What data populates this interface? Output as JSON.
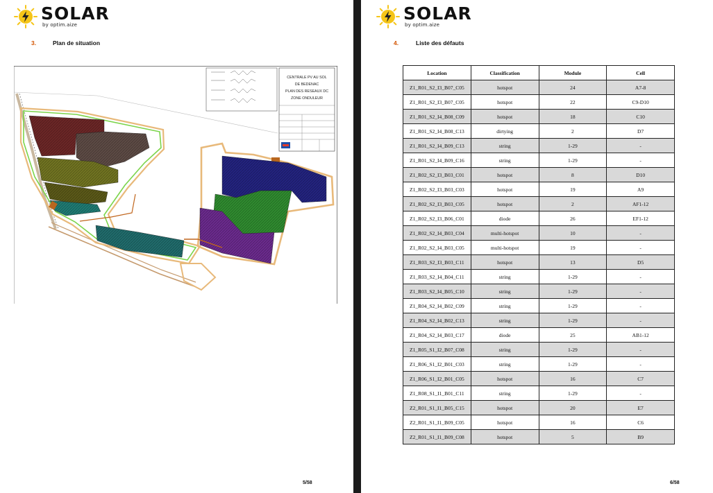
{
  "brand": {
    "name": "SOLAR",
    "tagline": "by optim.aize",
    "accent": "#f5c518"
  },
  "pages": [
    {
      "section_number": "3.",
      "section_title": "Plan de situation",
      "page_number": "5/58"
    },
    {
      "section_number": "4.",
      "section_title": "Liste des défauts",
      "page_number": "6/58"
    }
  ],
  "plan": {
    "title_lines": [
      "CENTRALE PV AU SOL",
      "DE BEDENAC",
      "PLAN DES RESEAUX DC",
      "ZONE ONDULEUR"
    ]
  },
  "defects": {
    "headers": [
      "Location",
      "Classification",
      "Module",
      "Cell"
    ],
    "rows": [
      [
        "Z1_R01_S2_I3_B07_C05",
        "hotspot",
        "24",
        "A7-8"
      ],
      [
        "Z1_R01_S2_I3_B07_C05",
        "hotspot",
        "22",
        "C9-D10"
      ],
      [
        "Z1_R01_S2_I4_B08_C09",
        "hotspot",
        "18",
        "C10"
      ],
      [
        "Z1_R01_S2_I4_B08_C13",
        "dirtying",
        "2",
        "D7"
      ],
      [
        "Z1_R01_S2_I4_B09_C13",
        "string",
        "1-29",
        "-"
      ],
      [
        "Z1_R01_S2_I4_B09_C16",
        "string",
        "1-29",
        "-"
      ],
      [
        "Z1_R02_S2_I3_B03_C01",
        "hotspot",
        "8",
        "D10"
      ],
      [
        "Z1_R02_S2_I3_B03_C03",
        "hotspot",
        "19",
        "A9"
      ],
      [
        "Z1_R02_S2_I3_B03_C05",
        "hotspot",
        "2",
        "AF1-12"
      ],
      [
        "Z1_R02_S2_I3_B06_C01",
        "diode",
        "26",
        "EF1-12"
      ],
      [
        "Z1_R02_S2_I4_B03_C04",
        "multi-hotspot",
        "10",
        "-"
      ],
      [
        "Z1_R02_S2_I4_B03_C05",
        "multi-hotspot",
        "19",
        "-"
      ],
      [
        "Z1_R03_S2_I3_B03_C11",
        "hotspot",
        "13",
        "D5"
      ],
      [
        "Z1_R03_S2_I4_B04_C11",
        "string",
        "1-29",
        "-"
      ],
      [
        "Z1_R03_S2_I4_B05_C10",
        "string",
        "1-29",
        "-"
      ],
      [
        "Z1_R04_S2_I4_B02_C09",
        "string",
        "1-29",
        "-"
      ],
      [
        "Z1_R04_S2_I4_B02_C13",
        "string",
        "1-29",
        "-"
      ],
      [
        "Z1_R04_S2_I4_B03_C17",
        "diode",
        "25",
        "AB1-12"
      ],
      [
        "Z1_R05_S1_I2_B07_C08",
        "string",
        "1-29",
        "-"
      ],
      [
        "Z1_R06_S1_I2_B01_C03",
        "string",
        "1-29",
        "-"
      ],
      [
        "Z1_R06_S1_I2_B01_C05",
        "hotspot",
        "16",
        "C7"
      ],
      [
        "Z1_R08_S1_I1_B01_C11",
        "string",
        "1-29",
        "-"
      ],
      [
        "Z2_R01_S1_I1_B05_C15",
        "hotspot",
        "20",
        "E7"
      ],
      [
        "Z2_R01_S1_I1_B09_C05",
        "hotspot",
        "16",
        "C6"
      ],
      [
        "Z2_R01_S1_I1_B09_C08",
        "hotspot",
        "5",
        "B9"
      ]
    ]
  }
}
